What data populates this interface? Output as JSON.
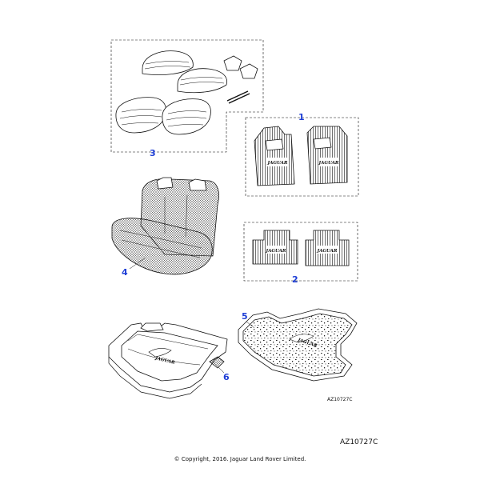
{
  "callouts": [
    "1",
    "2",
    "3",
    "4",
    "5",
    "6"
  ],
  "mat_brand_text": "JAGUAR",
  "drawing_ref_small": "AZ10727C",
  "drawing_code": "AZ10727C",
  "copyright": "© Copyright, 2016. Jaguar Land Rover Limited.",
  "colors": {
    "callout": "#1f3fd6",
    "line": "#111111",
    "hatch": "#555555"
  }
}
